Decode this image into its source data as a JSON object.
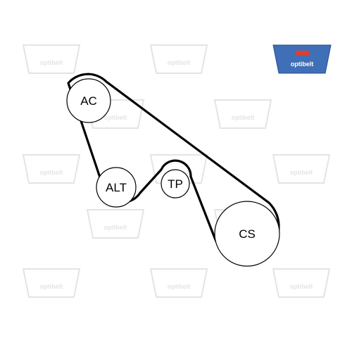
{
  "watermark": {
    "text": "optibelt"
  },
  "brand_logo": {
    "text": "optibelt",
    "color": "#3f6fb6"
  },
  "pulleys": {
    "ac": {
      "label": "AC"
    },
    "alt": {
      "label": "ALT"
    },
    "tp": {
      "label": "TP"
    },
    "cs": {
      "label": "CS"
    }
  },
  "colors": {
    "belt": "#000000",
    "watermark": "#e4e4e4",
    "logo": "#3f6fb6"
  }
}
